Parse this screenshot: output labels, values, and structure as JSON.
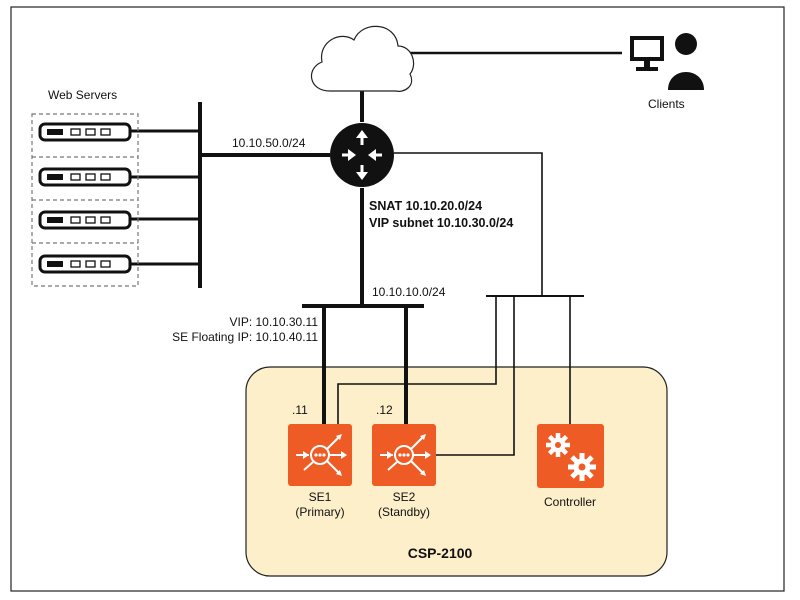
{
  "labels": {
    "web_servers": "Web Servers",
    "clients": "Clients",
    "net_50": "10.10.50.0/24",
    "snat": "SNAT 10.10.20.0/24",
    "vip_subnet": "VIP subnet 10.10.30.0/24",
    "net_10": "10.10.10.0/24",
    "vip": "VIP: 10.10.30.11",
    "floating_ip": "SE Floating IP: 10.10.40.11",
    "se1_ip": ".11",
    "se2_ip": ".12",
    "se1_name": "SE1",
    "se1_role": "(Primary)",
    "se2_name": "SE2",
    "se2_role": "(Standby)",
    "controller": "Controller",
    "csp": "CSP-2100"
  },
  "colors": {
    "accent": "#ef5b25",
    "csp_fill": "#fcefc9",
    "csp_stroke": "#222222",
    "line": "#111111"
  },
  "icons": {
    "cloud": "cloud-icon",
    "router": "router-icon",
    "client": "client-computer-icon",
    "server": "server-icon",
    "service_engine": "load-balancer-icon",
    "controller": "gears-icon"
  }
}
